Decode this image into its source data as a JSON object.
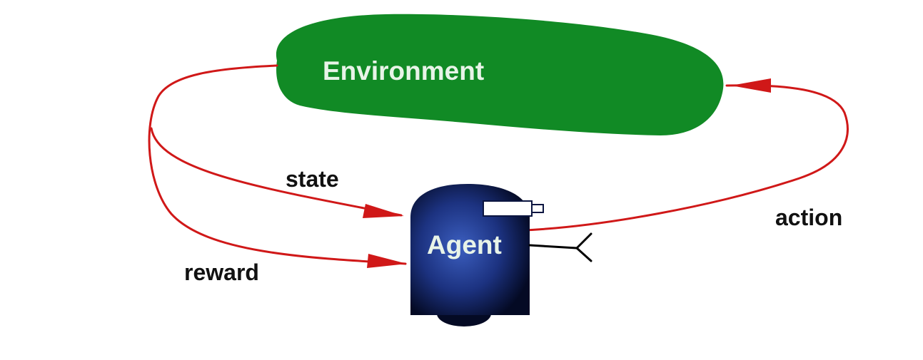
{
  "diagram": {
    "environment_label": "Environment",
    "agent_label": "Agent",
    "state_label": "state",
    "reward_label": "reward",
    "action_label": "action"
  },
  "colors": {
    "environment_fill": "#118a25",
    "arrow": "#d01818",
    "agent_body_light": "#3c5fc0",
    "agent_body_dark": "#040a24",
    "label_text": "#111111",
    "inner_text": "#e8f4e8"
  },
  "icons": {
    "agent": "robot-agent-icon",
    "sensor": "sensor-icon",
    "gripper": "gripper-icon"
  }
}
